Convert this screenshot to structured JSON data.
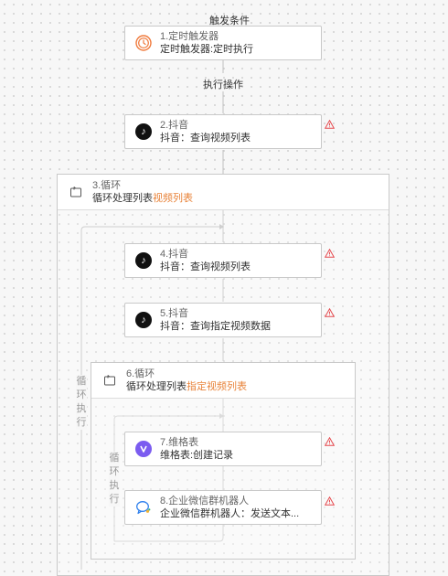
{
  "canvas": {
    "trigger_header": "触发条件",
    "action_header": "执行操作"
  },
  "nodes": [
    {
      "id": "n1",
      "title": "1.定时触发器",
      "desc": "定时触发器:定时执行",
      "icon": "clock-icon",
      "warning": false
    },
    {
      "id": "n2",
      "title": "2.抖音",
      "desc": "抖音：查询视频列表",
      "icon": "tiktok-icon",
      "warning": true
    },
    {
      "id": "n4",
      "title": "4.抖音",
      "desc": "抖音：查询视频列表",
      "icon": "tiktok-icon",
      "warning": true
    },
    {
      "id": "n5",
      "title": "5.抖音",
      "desc": "抖音：查询指定视频数据",
      "icon": "tiktok-icon",
      "warning": true
    },
    {
      "id": "n7",
      "title": "7.维格表",
      "desc": "维格表:创建记录",
      "icon": "vika-icon",
      "warning": true
    },
    {
      "id": "n8",
      "title": "8.企业微信群机器人",
      "desc": "企业微信群机器人：发送文本...",
      "icon": "wecom-bot-icon",
      "warning": true
    }
  ],
  "loops": [
    {
      "id": "l3",
      "title": "3.循环",
      "desc_prefix": "循环处理列表",
      "desc_highlight": "视频列表",
      "side_label": "循环执行"
    },
    {
      "id": "l6",
      "title": "6.循环",
      "desc_prefix": "循环处理列表",
      "desc_highlight": "指定视频列表",
      "side_label": "循环执行"
    }
  ],
  "colors": {
    "accent": "#e8833a",
    "warning": "#e5484d",
    "border": "#c9c9c9",
    "connector": "#bfbfbf"
  }
}
